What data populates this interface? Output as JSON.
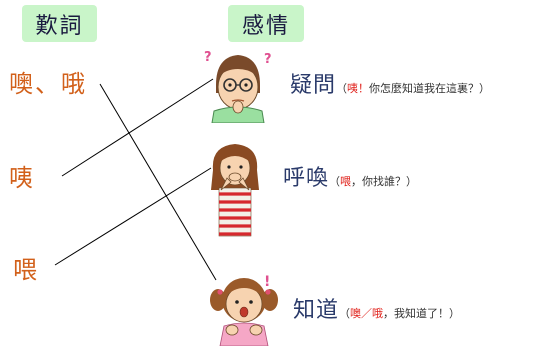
{
  "header": {
    "left": "歎詞",
    "right": "感情"
  },
  "words": [
    {
      "text": "噢、哦"
    },
    {
      "text": "咦"
    },
    {
      "text": "喂"
    }
  ],
  "emotions": [
    {
      "label": "疑問",
      "note_open": "（",
      "note_red": "咦！",
      "note_rest": "你怎麼知道我在這裏？）"
    },
    {
      "label": "呼喚",
      "note_open": "（",
      "note_red": "喂",
      "note_rest": "，你找誰？）"
    },
    {
      "label": "知道",
      "note_open": "（",
      "note_red": "噢／哦",
      "note_rest": "，我知道了！）"
    }
  ],
  "connections": [
    {
      "from": "噢、哦",
      "to": "知道"
    },
    {
      "from": "咦",
      "to": "疑問"
    },
    {
      "from": "喂",
      "to": "呼喚"
    }
  ],
  "colors": {
    "header_bg": "#c9f5c9",
    "word": "#d2601a",
    "emotion": "#2a3a6a",
    "note_accent": "#e0201a",
    "line": "#000000"
  }
}
